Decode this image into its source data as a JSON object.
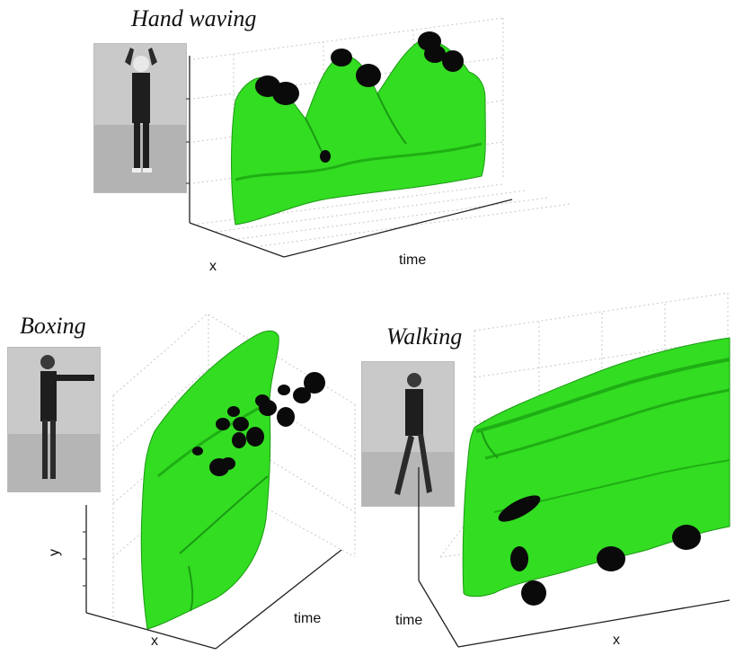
{
  "panels": {
    "hand_waving": {
      "title": "Hand waving",
      "x_label": "x",
      "time_label": "time"
    },
    "boxing": {
      "title": "Boxing",
      "y_label": "y",
      "x_label": "x",
      "time_label": "time"
    },
    "walking": {
      "title": "Walking",
      "x_label": "x",
      "time_label": "time"
    }
  },
  "colors": {
    "surface": "#33dd22",
    "surface_dark": "#1a9a12",
    "blob": "#0a0a0a",
    "grid": "#c8c8c8"
  }
}
